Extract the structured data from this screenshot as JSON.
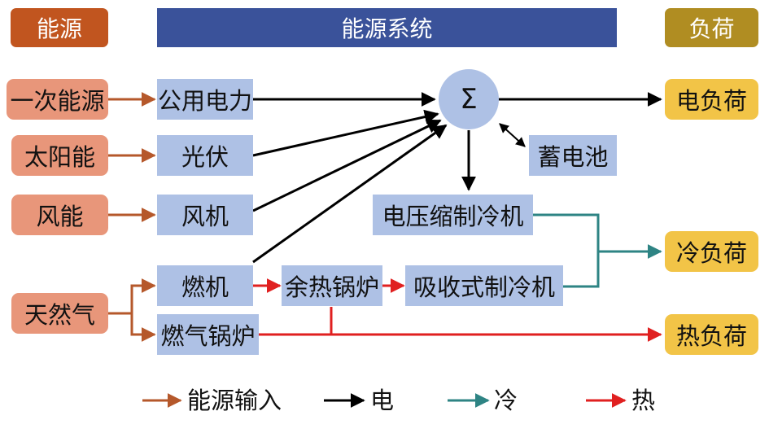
{
  "headers": {
    "left": "能源",
    "center": "能源系统",
    "right": "负荷"
  },
  "sources": {
    "primary": "一次能源",
    "solar": "太阳能",
    "wind": "风能",
    "gas": "天然气"
  },
  "system": {
    "grid": "公用电力",
    "pv": "光伏",
    "turbine": "风机",
    "gas_engine": "燃机",
    "waste_heat_boiler": "余热锅炉",
    "gas_boiler": "燃气锅炉",
    "bus_symbol": "Σ",
    "battery": "蓄电池",
    "electric_chiller": "电压缩制冷机",
    "absorption_chiller": "吸收式制冷机"
  },
  "loads": {
    "electric": "电负荷",
    "cooling": "冷负荷",
    "heating": "热负荷"
  },
  "legend": {
    "energy_input": "能源输入",
    "electricity": "电",
    "cooling": "冷",
    "heat": "热"
  },
  "colors": {
    "energy_input": "#b5582b",
    "electricity": "#000000",
    "cooling": "#2e8484",
    "heat": "#e02020",
    "header_left": "#c1551f",
    "header_center": "#3a529a",
    "header_right": "#b08d22"
  }
}
